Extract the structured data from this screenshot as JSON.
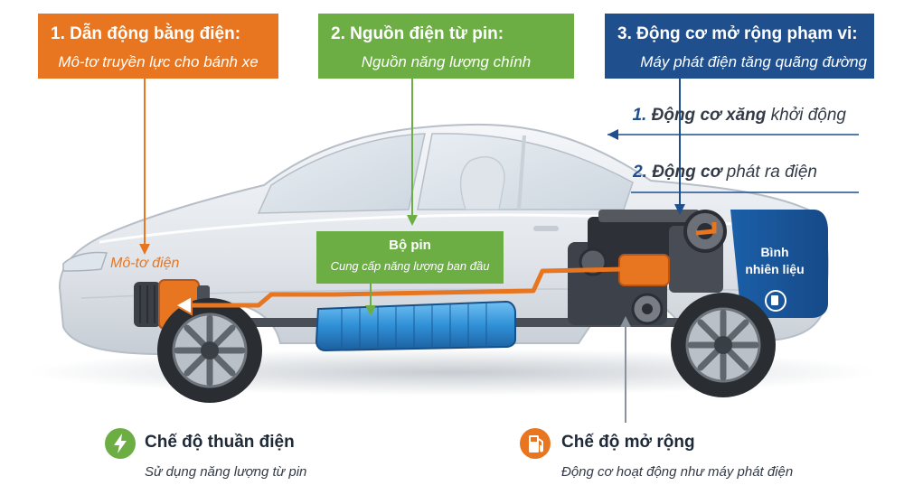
{
  "colors": {
    "orange": "#e8751f",
    "green": "#6cae44",
    "navy": "#1f4f8d",
    "battery_blue": "#2f8fd6"
  },
  "boxes": [
    {
      "title": "1. Dẫn động bằng điện:",
      "subtitle": "Mô-tơ truyền lực cho bánh xe"
    },
    {
      "title": "2. Nguồn điện từ pin:",
      "subtitle": "Nguồn năng lượng chính"
    },
    {
      "title": "3. Động cơ mở rộng phạm vi:",
      "subtitle": "Máy phát điện tăng quãng đường"
    }
  ],
  "steps": [
    {
      "number": "1.",
      "bold": "Động cơ xăng",
      "rest": "khởi động"
    },
    {
      "number": "2.",
      "bold": "Động cơ",
      "rest": "phát ra điện"
    }
  ],
  "labels": {
    "motor": "Mô-tơ điện",
    "battery_title": "Bộ pin",
    "battery_subtitle": "Cung cấp năng lượng ban đầu",
    "fuel_tank_line1": "Bình",
    "fuel_tank_line2": "nhiên liệu"
  },
  "modes": [
    {
      "icon": "bolt-icon",
      "title": "Chế độ thuần điện",
      "subtitle": "Sử dụng năng lượng từ pin"
    },
    {
      "icon": "fuel-pump-icon",
      "title": "Chế độ mở rộng",
      "subtitle": "Động cơ hoạt động như máy phát điện"
    }
  ]
}
